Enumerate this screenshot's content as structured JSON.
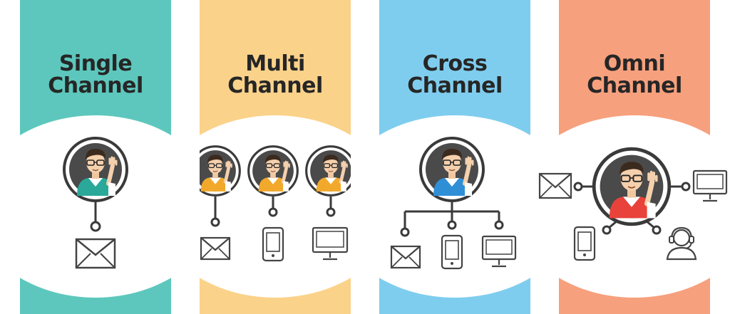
{
  "panels": [
    {
      "title_line1": "Single",
      "title_line2": "Channel",
      "band_color": "#5dc7bd",
      "shirt_color": "#2aa89a"
    },
    {
      "title_line1": "Multi",
      "title_line2": "Channel",
      "band_color": "#fbd28a",
      "shirt_color": "#f2a92b"
    },
    {
      "title_line1": "Cross",
      "title_line2": "Channel",
      "band_color": "#7fcdee",
      "shirt_color": "#2f8fd6"
    },
    {
      "title_line1": "Omni",
      "title_line2": "Channel",
      "band_color": "#f7a07d",
      "shirt_color": "#e8423a"
    }
  ],
  "icons": {
    "p1": [
      "envelope-icon"
    ],
    "p2": [
      "envelope-icon",
      "smartphone-icon",
      "monitor-icon"
    ],
    "p3": [
      "envelope-icon",
      "smartphone-icon",
      "monitor-icon"
    ],
    "p4": [
      "envelope-icon",
      "monitor-icon",
      "smartphone-icon",
      "headset-icon"
    ]
  }
}
